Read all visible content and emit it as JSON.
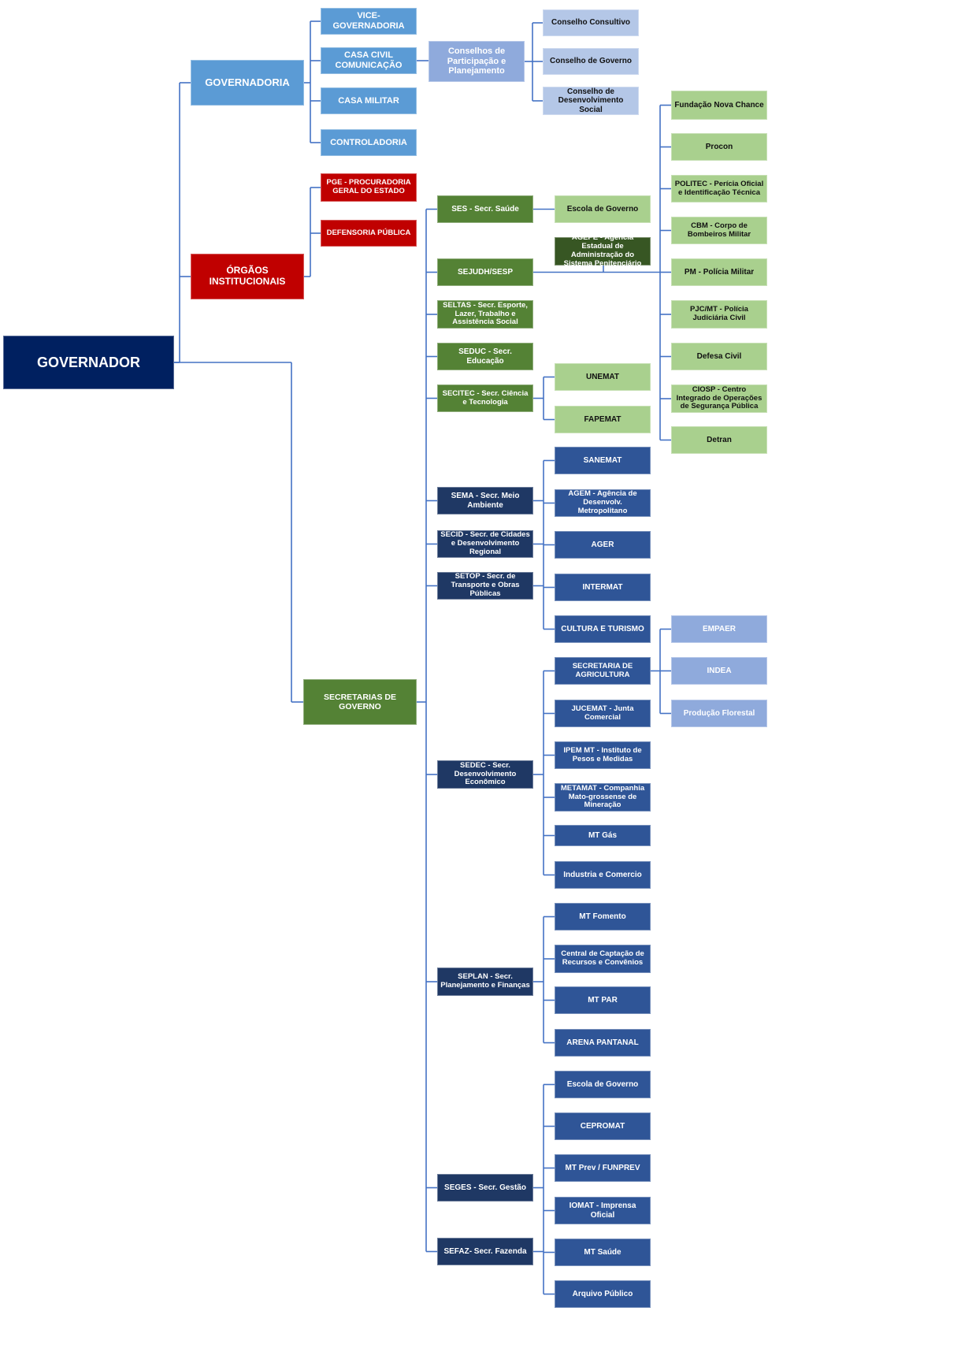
{
  "colors": {
    "navy": "#002060",
    "governadoria": "#5b9bd5",
    "red": "#c00000",
    "green": "#548235",
    "light_green": "#a9d08e",
    "dark_green": "#375623",
    "pale_blue": "#b4c7e7",
    "medium_blue": "#8faadc",
    "dark_navy": "#1f3864",
    "blue": "#2f5597",
    "line": "#4472c4"
  },
  "nodes": {
    "governador": "GOVERNADOR",
    "governadoria": "GOVERNADORIA",
    "orgaos": "ÓRGÃOS INSTITUCIONAIS",
    "secretarias": "SECRETARIAS DE GOVERNO",
    "vice": "VICE-GOVERNADORIA",
    "casa_civil": "CASA CIVIL COMUNICAÇÃO",
    "casa_militar": "CASA MILITAR",
    "controladoria": "CONTROLADORIA",
    "conselhos": "Conselhos de Participação e Planejamento",
    "cons_consultivo": "Conselho Consultivo",
    "cons_governo": "Conselho de Governo",
    "cons_desenv": "Conselho de Desenvolvimento Social",
    "pge": "PGE - PROCURADORIA GERAL DO ESTADO",
    "defensoria": "DEFENSORIA PÚBLICA",
    "ses": "SES - Secr. Saúde",
    "sejudh": "SEJUDH/SESP",
    "seltas": "SELTAS - Secr. Esporte, Lazer, Trabalho e Assistência Social",
    "seduc": "SEDUC - Secr. Educação",
    "secitec": "SECITEC - Secr. Ciência e Tecnologia",
    "sema": "SEMA - Secr. Meio Ambiente",
    "secid": "SECID - Secr. de Cidades e Desenvolvimento Regional",
    "setop": "SETOP - Secr. de Transporte e Obras Públicas",
    "sedec": "SEDEC - Secr. Desenvolvimento Econômico",
    "seplan": "SEPLAN - Secr. Planejamento e Finanças",
    "seges": "SEGES - Secr. Gestão",
    "sefaz": "SEFAZ- Secr. Fazenda",
    "escola_gov_ses": "Escola de Governo",
    "agepe": "AGEPE - Agência Estadual de Administração do Sistema Penitenciário",
    "unemat": "UNEMAT",
    "fapemat": "FAPEMAT",
    "fundacao": "Fundação Nova Chance",
    "procon": "Procon",
    "politec": "POLITEC - Perícia Oficial e Identificação Técnica",
    "cbm": "CBM - Corpo de Bombeiros Militar",
    "pm": "PM - Polícia Militar",
    "pjc": "PJC/MT - Polícia Judiciária Civil",
    "defesa_civil": "Defesa Civil",
    "ciosp": "CIOSP - Centro Integrado de Operações de Segurança Pública",
    "detran": "Detran",
    "sanemat": "SANEMAT",
    "agem": "AGEM - Agência de Desenvolv. Metropolitano",
    "ager": "AGER",
    "intermat": "INTERMAT",
    "cultura": "CULTURA E TURISMO",
    "agricultura": "SECRETARIA DE AGRICULTURA",
    "jucemat": "JUCEMAT - Junta Comercial",
    "ipem": "IPEM MT - Instituto de Pesos e Medidas",
    "metamat": "METAMAT - Companhia Mato-grossense de Mineração",
    "mtgas": "MT Gás",
    "industria": "Industria e Comercio",
    "empaer": "EMPAER",
    "indea": "INDEA",
    "producao": "Produção Florestal",
    "mtfomento": "MT Fomento",
    "central": "Central de Captação de Recursos e Convênios",
    "mtpar": "MT PAR",
    "arena": "ARENA PANTANAL",
    "escola_gov": "Escola de Governo",
    "cepromat": "CEPROMAT",
    "mtprev": "MT Prev / FUNPREV",
    "iomat": "IOMAT - Imprensa Oficial",
    "mtsaude": "MT Saúde",
    "arquivo": "Arquivo Público"
  }
}
